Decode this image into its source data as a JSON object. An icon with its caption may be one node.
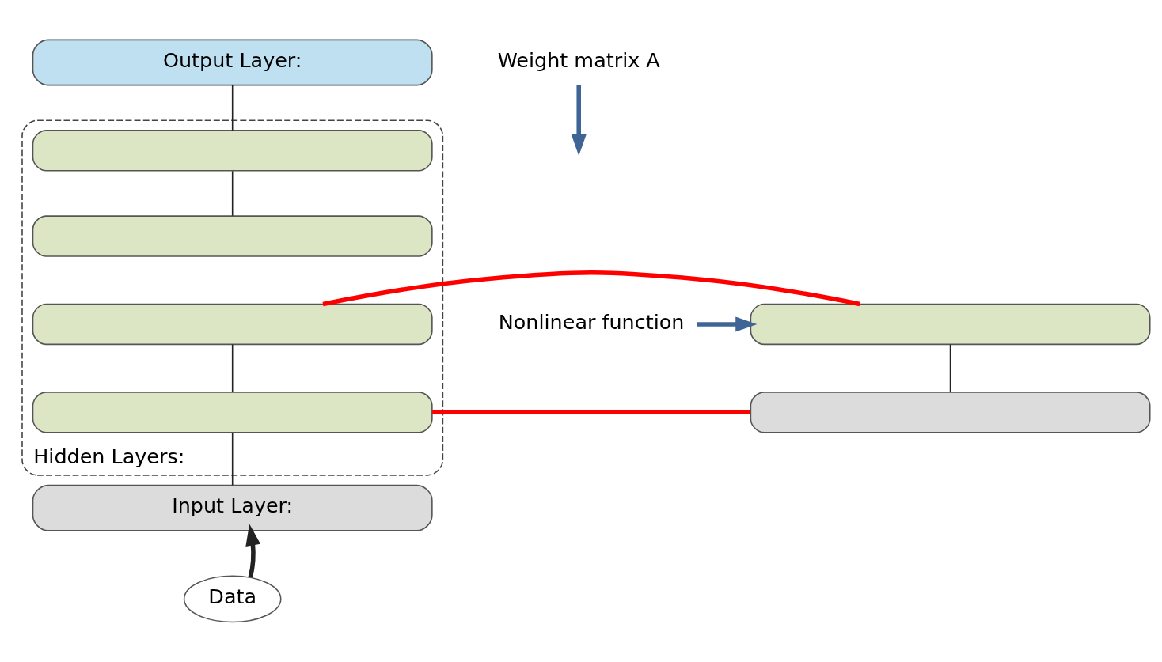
{
  "diagram": {
    "nodes": [
      {
        "text": [
          "Output Layer:"
        ]
      },
      {
        "text": [
          "Hidden Layers:"
        ]
      },
      {
        "text": [],
        "shape": "box",
        "in": 1
      },
      {
        "text": [],
        "shape": "box",
        "in": 1
      },
      {
        "text": [],
        "shape": "box",
        "in": 1
      },
      {
        "text": [],
        "shape": "box",
        "in": 1
      },
      {
        "text": [
          "Input Layer:"
        ]
      },
      {
        "text": [
          "Data"
        ]
      },
      {
        "text": [],
        "shape": "box"
      },
      {
        "text": [],
        "shape": "box"
      },
      {
        "text": [
          "Nonlinear function"
        ]
      },
      {
        "text": [
          "Weight matrix A"
        ]
      }
    ],
    "edges": [
      {
        "from": 0,
        "to": 2,
        "arrow": "none"
      },
      {
        "from": 2,
        "to": 3,
        "arrow": "none"
      },
      {
        "from": 4,
        "to": 5,
        "arrow": "none"
      },
      {
        "from": 5,
        "to": 6,
        "arrow": "none"
      },
      {
        "from": 7,
        "to": 6,
        "arrow": "to",
        "style": "thick"
      },
      {
        "from": 8,
        "to": 9,
        "arrow": "none"
      },
      {
        "from": 4,
        "to": 8,
        "arrow": "none",
        "style": "thick",
        "color": "#ff0000"
      },
      {
        "from": 5,
        "to": 9,
        "arrow": "none",
        "style": "thick",
        "color": "#ff0000"
      },
      {
        "from": 10,
        "to": 8,
        "arrow": "to",
        "style": "thick",
        "color": "#3f6496"
      },
      {
        "from": 11,
        "to": null,
        "arrow": "to",
        "style": "thick",
        "color": "#3f6496"
      }
    ]
  }
}
